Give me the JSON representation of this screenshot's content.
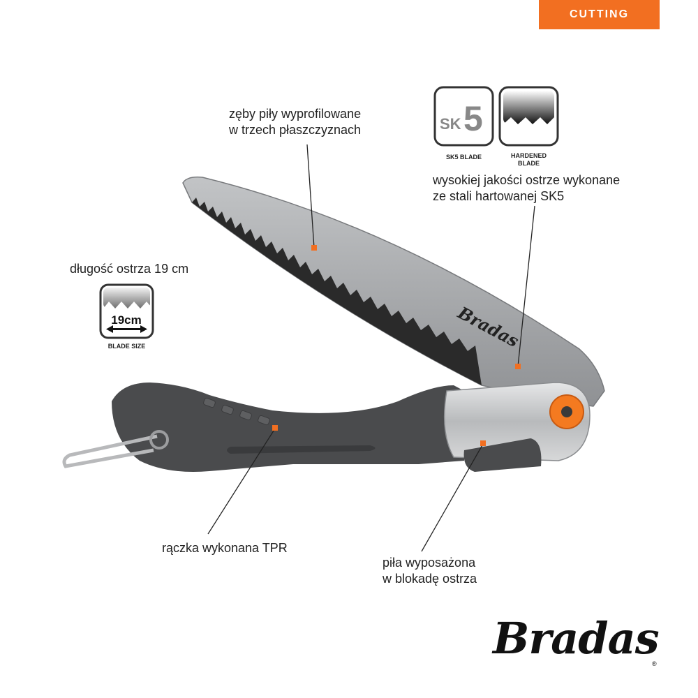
{
  "category_tag": "CUTTING",
  "callouts": {
    "teeth": [
      "zęby piły wyprofilowane",
      "w trzech płaszczyznach"
    ],
    "blade_quality": [
      "wysokiej jakości ostrze wykonane",
      "ze stali hartowanej SK5"
    ],
    "blade_length": "długość ostrza 19 cm",
    "handle": "rączka wykonana TPR",
    "lock": [
      "piła wyposażona",
      "w blokadę ostrza"
    ]
  },
  "badges": {
    "sk5": {
      "icon_text": "SK",
      "icon_number": "5",
      "label": "SK5 BLADE"
    },
    "hardened": {
      "label": [
        "HARDENED",
        "BLADE"
      ]
    },
    "blade_size": {
      "value": "19cm",
      "label": "BLADE SIZE"
    }
  },
  "blade_brand": "Bradas",
  "logo": {
    "text": "Bradas",
    "mark": "®"
  },
  "colors": {
    "accent": "#f26f21",
    "handle": "#4a4b4d",
    "blade": "#a6a8ab"
  }
}
